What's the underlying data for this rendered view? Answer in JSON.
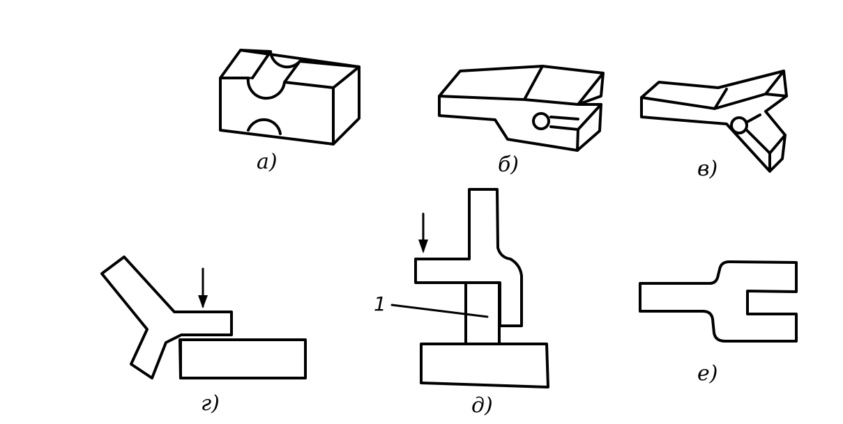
{
  "figure": {
    "captions": {
      "a": "а)",
      "b": "б)",
      "v": "в)",
      "g": "г)",
      "d": "д)",
      "e": "е)"
    },
    "callout": "1"
  }
}
